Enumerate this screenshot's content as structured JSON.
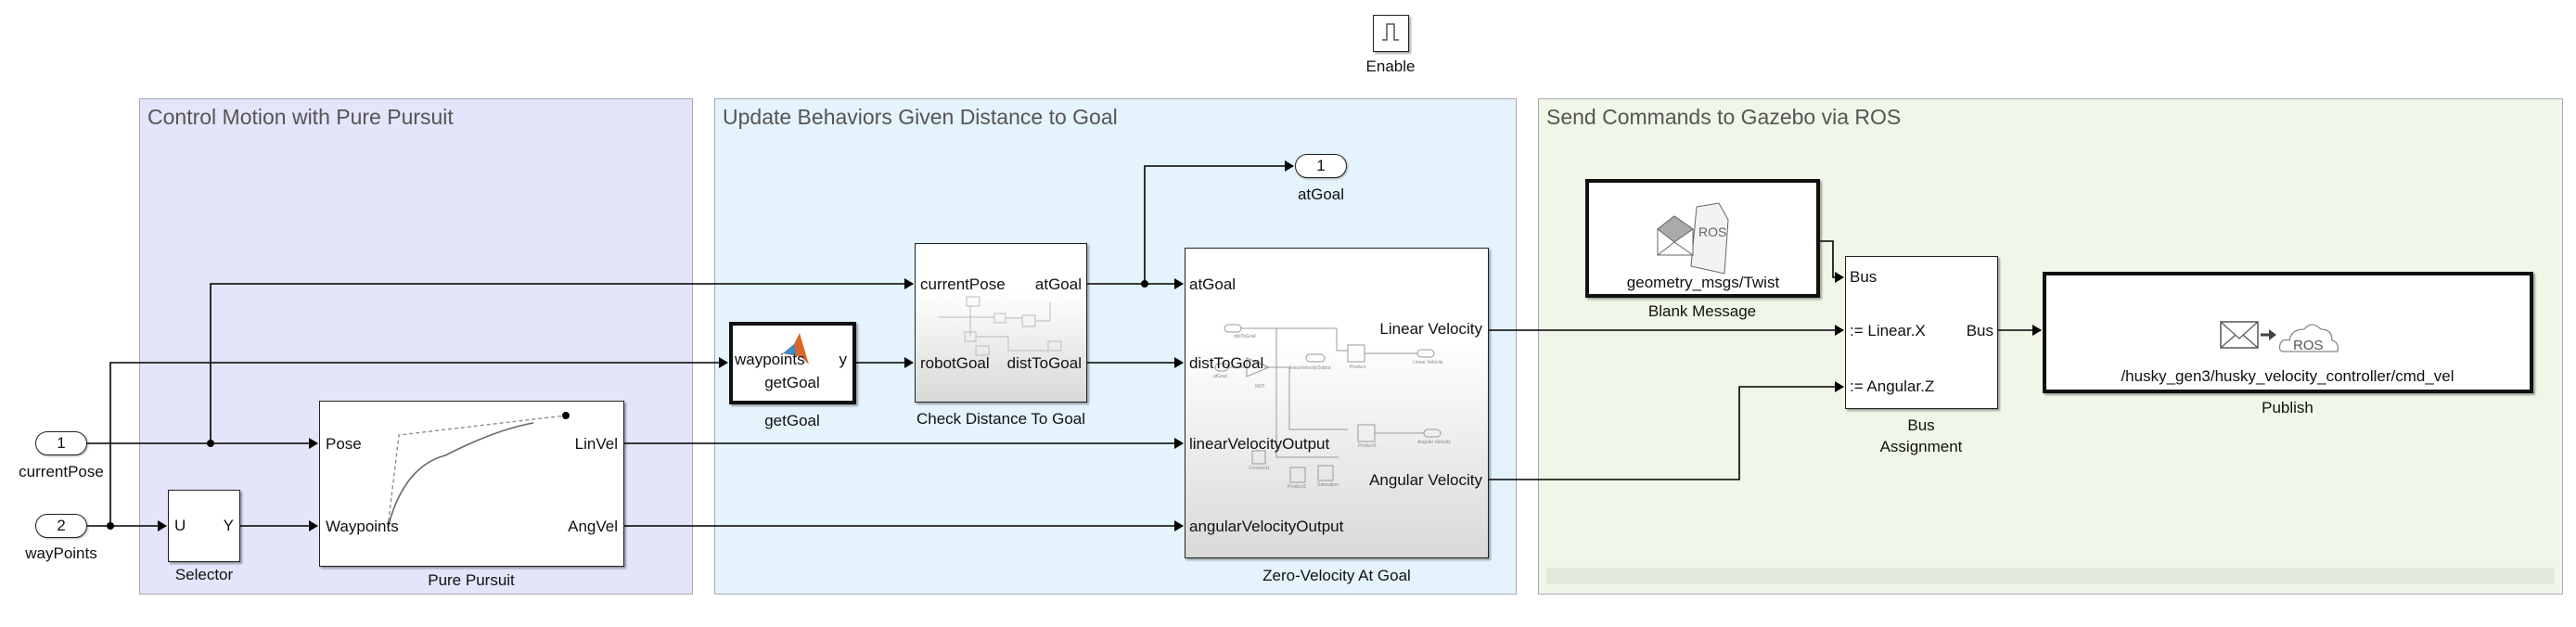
{
  "areas": [
    {
      "title": "Control Motion with Pure Pursuit",
      "color": "#e4e4fa"
    },
    {
      "title": "Update Behaviors Given Distance to Goal",
      "color": "#e5f3fd"
    },
    {
      "title": "Send Commands to Gazebo via ROS",
      "color": "#f0f6e8"
    }
  ],
  "enable": {
    "label": "Enable",
    "icon": "pulse-icon"
  },
  "inports": [
    {
      "number": "1",
      "name": "currentPose"
    },
    {
      "number": "2",
      "name": "wayPoints"
    }
  ],
  "outport": {
    "number": "1",
    "name": "atGoal"
  },
  "selector": {
    "label": "Selector",
    "in": "U",
    "out": "Y"
  },
  "pure_pursuit": {
    "label": "Pure Pursuit",
    "in": [
      "Pose",
      "Waypoints"
    ],
    "out": [
      "LinVel",
      "AngVel"
    ]
  },
  "get_goal": {
    "label": "getGoal",
    "inner": "getGoal",
    "in": "waypoints",
    "out": "y",
    "icon": "matlab-logo-icon"
  },
  "check_distance": {
    "label": "Check Distance To Goal",
    "in": [
      "currentPose",
      "robotGoal"
    ],
    "out": [
      "atGoal",
      "distToGoal"
    ]
  },
  "zero_velocity": {
    "label": "Zero-Velocity At Goal",
    "in": [
      "atGoal",
      "distToGoal",
      "linearVelocityOutput",
      "angularVelocityOutput"
    ],
    "out": [
      "Linear Velocity",
      "Angular Velocity"
    ],
    "inner_labels": [
      "distToGoal",
      "atGoal",
      "NOT",
      "linearVelocityOutput",
      "Product",
      "Linear Velocity",
      "Product1",
      "Angular Velocity",
      "Constant1",
      "Product2",
      "Saturation"
    ]
  },
  "blank_message": {
    "label": "Blank Message",
    "message_type": "geometry_msgs/Twist",
    "icon_text": "ROS"
  },
  "bus_assignment": {
    "label_line1": "Bus",
    "label_line2": "Assignment",
    "in": [
      "Bus",
      ":= Linear.X",
      ":= Angular.Z"
    ],
    "out": "Bus"
  },
  "publish": {
    "label": "Publish",
    "topic": "/husky_gen3/husky_velocity_controller/cmd_vel",
    "icon_text": "ROS"
  }
}
